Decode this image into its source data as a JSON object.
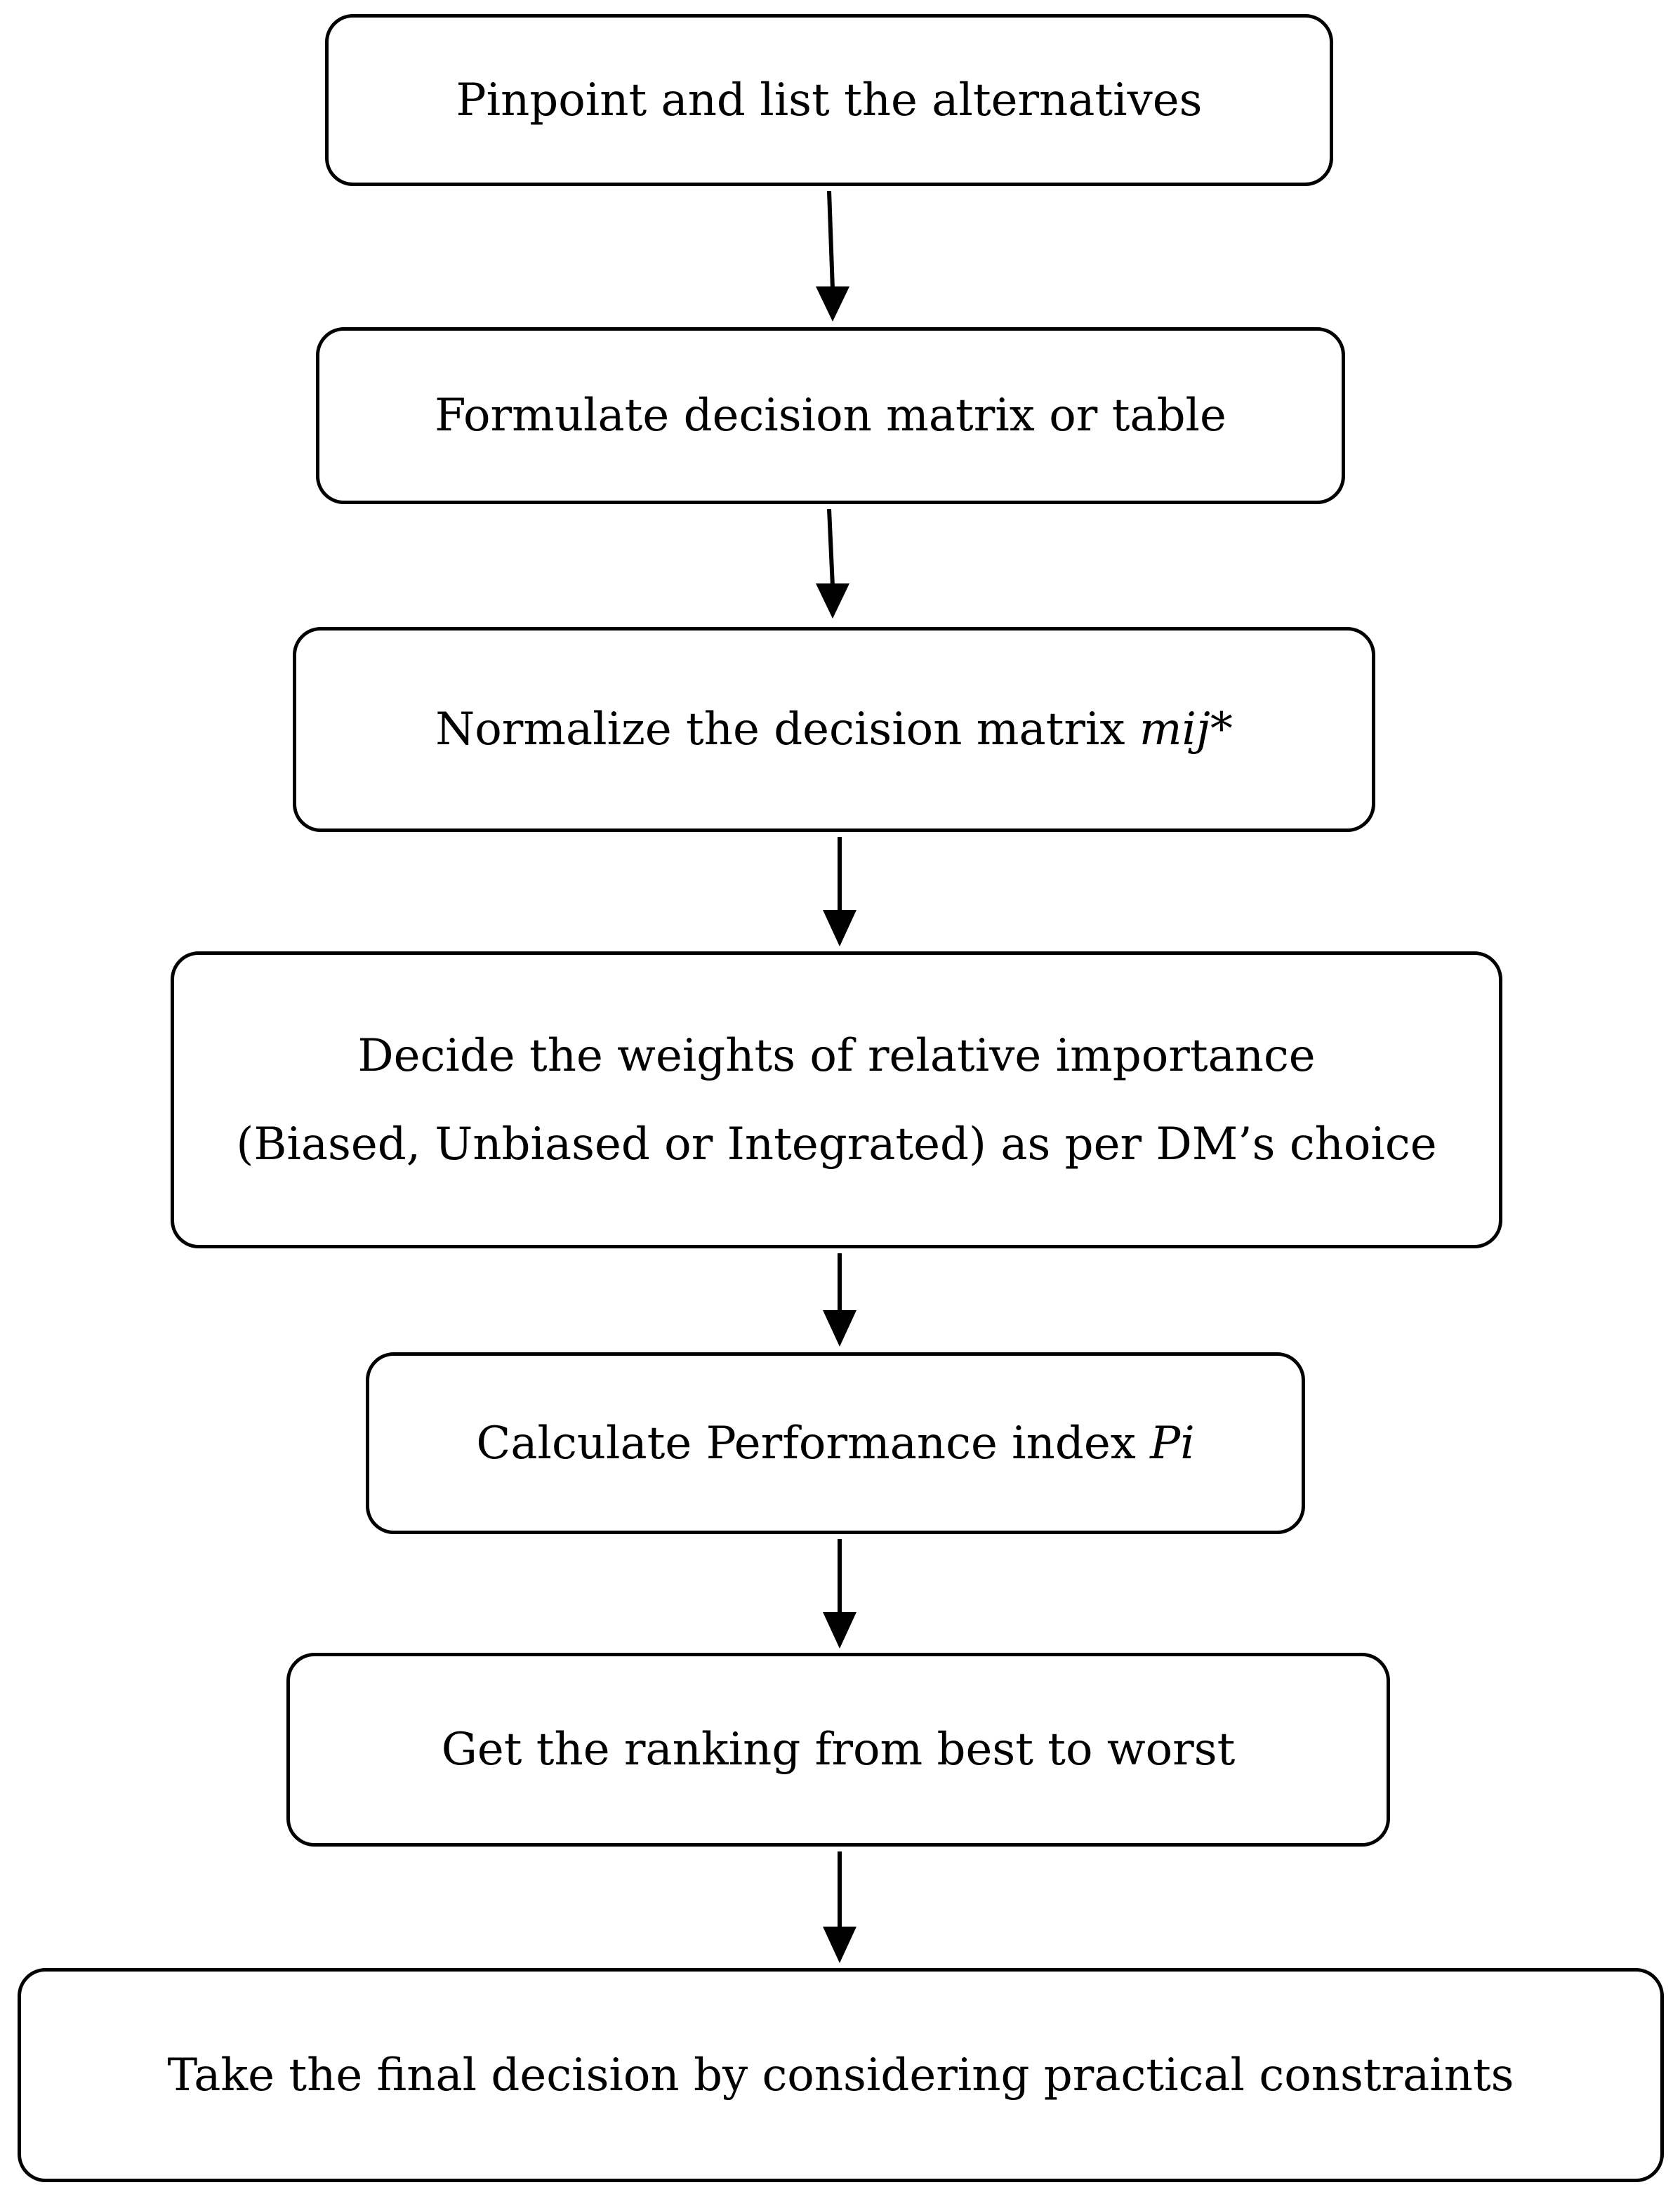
{
  "flowchart": {
    "steps": [
      {
        "text": "Pinpoint and list the alternatives"
      },
      {
        "text": "Formulate decision matrix or table"
      },
      {
        "text": "Normalize the decision matrix ",
        "italic": "mij",
        "suffix": "*"
      },
      {
        "line1": "Decide the weights of relative importance",
        "line2": "(Biased, Unbiased or Integrated) as per DM’s choice"
      },
      {
        "text": "Calculate Performance index ",
        "italic": "Pi"
      },
      {
        "text": "Get the ranking from best to worst"
      },
      {
        "text": "Take the final decision by considering practical constraints"
      }
    ]
  },
  "colors": {
    "stroke": "#000000",
    "background": "#ffffff"
  }
}
